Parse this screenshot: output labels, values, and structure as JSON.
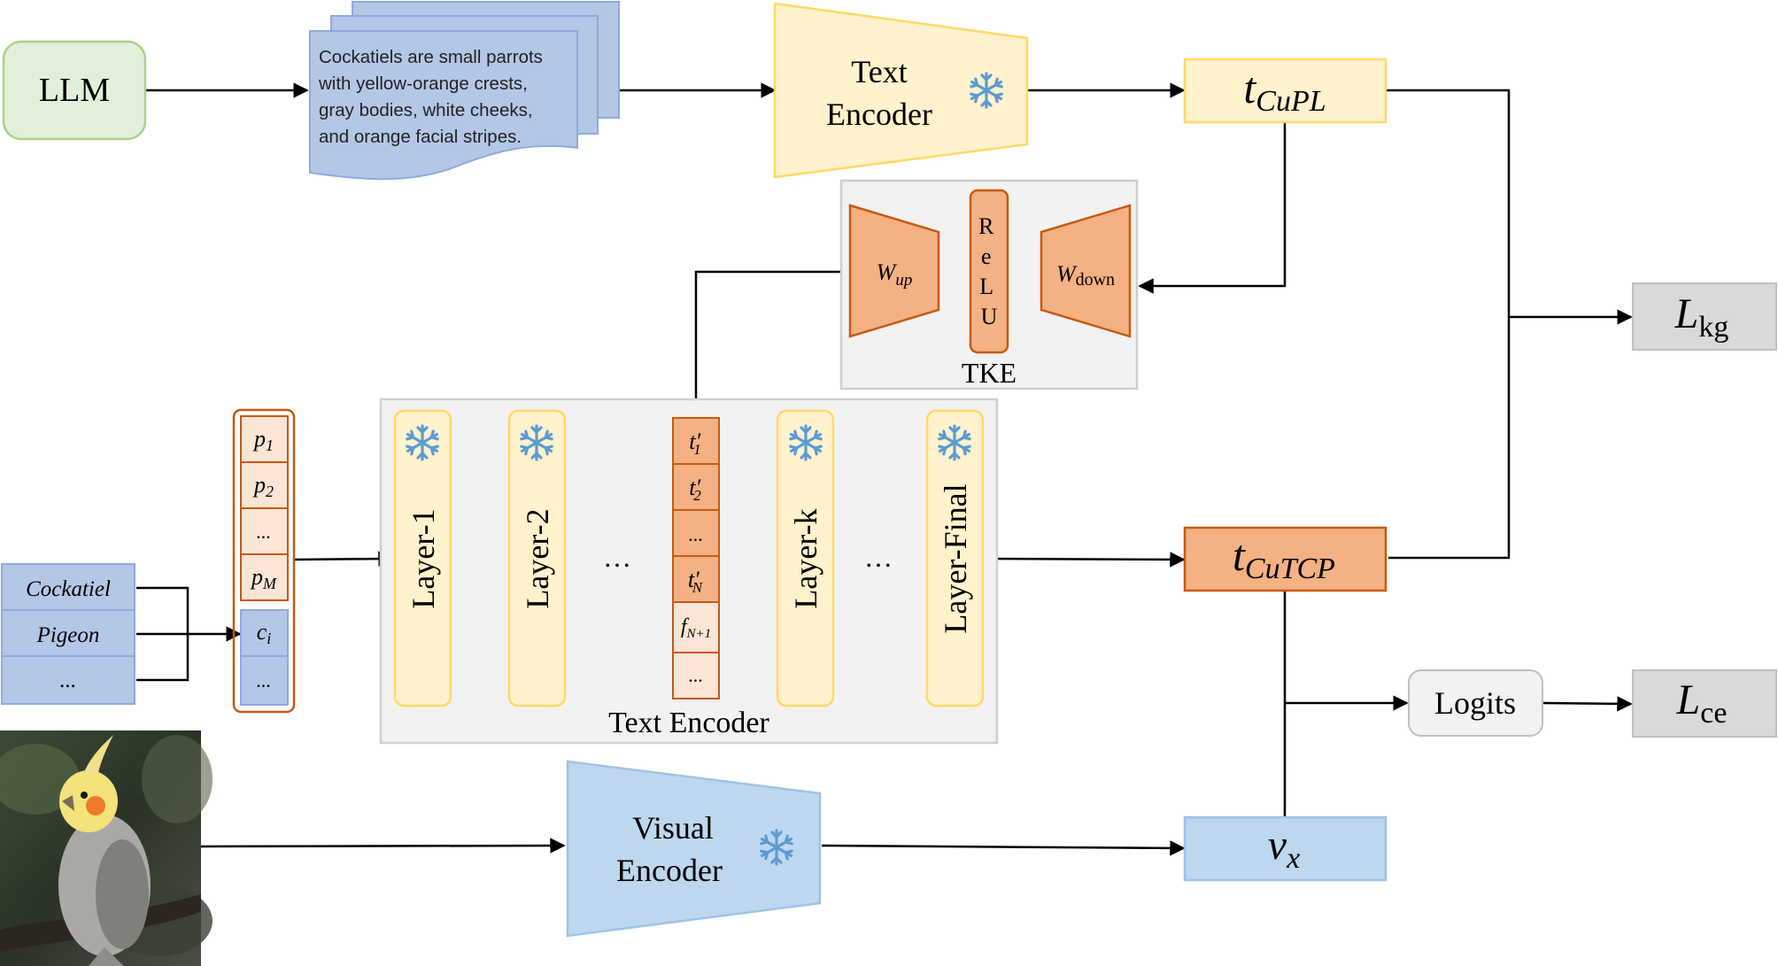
{
  "llm": {
    "label": "LLM"
  },
  "document": {
    "lines": [
      "Cockatiels are small parrots",
      "with yellow-orange crests,",
      "gray bodies, white cheeks,",
      "and orange facial stripes."
    ]
  },
  "text_encoder_top": {
    "line1": "Text",
    "line2": "Encoder"
  },
  "t_cupl": {
    "main": "t",
    "sub": "CuPL"
  },
  "tke": {
    "label": "TKE",
    "w_up": {
      "main": "W",
      "sub": "up"
    },
    "w_down": {
      "main": "W",
      "sub": "down"
    },
    "relu": [
      "R",
      "e",
      "L",
      "U"
    ]
  },
  "loss_kg": {
    "main": "L",
    "sub": "kg"
  },
  "prompt_tokens": {
    "p1": {
      "main": "p",
      "sub": "1"
    },
    "p2": {
      "main": "p",
      "sub": "2"
    },
    "dots": "...",
    "pM": {
      "main": "p",
      "sub": "M"
    },
    "ci": {
      "main": "c",
      "sub": "i"
    },
    "dots2": "..."
  },
  "classes": [
    "Cockatiel",
    "Pigeon",
    "..."
  ],
  "text_encoder_mid": {
    "label": "Text Encoder",
    "layers": [
      "Layer-1",
      "Layer-2",
      "Layer-k",
      "Layer-Final"
    ],
    "gap_dots": [
      "…",
      "…"
    ],
    "tokens": {
      "t1": {
        "main": "t′",
        "sub": "1"
      },
      "t2": {
        "main": "t′",
        "sub": "2"
      },
      "dots": "...",
      "tN": {
        "main": "t′",
        "sub": "N"
      },
      "f": {
        "main": "f",
        "sub": "N+1"
      },
      "dots2": "..."
    }
  },
  "t_cutcp": {
    "main": "t",
    "sub": "CuTCP"
  },
  "logits": {
    "label": "Logits"
  },
  "loss_ce": {
    "main": "L",
    "sub": "ce"
  },
  "visual_encoder": {
    "line1": "Visual",
    "line2": "Encoder"
  },
  "v_x": {
    "main": "v",
    "sub": "x"
  },
  "colors": {
    "llm_fill": "#e2f0d9",
    "llm_stroke": "#a9d18e",
    "doc_fill": "#b4c7e7",
    "doc_stroke": "#8faadc",
    "yellow_fill": "#fff2cc",
    "yellow_stroke": "#ffd966",
    "orange_fill": "#f4b183",
    "orange_dark": "#c55a11",
    "blue_fill": "#bdd7ee",
    "blue_stroke": "#9dc3e6",
    "gray_box": "#f2f2f2",
    "gray_stroke": "#d0cece",
    "loss_fill": "#d9d9d9",
    "snow": "#5b9bd5"
  },
  "icons": {
    "freeze": "snowflake-icon"
  }
}
